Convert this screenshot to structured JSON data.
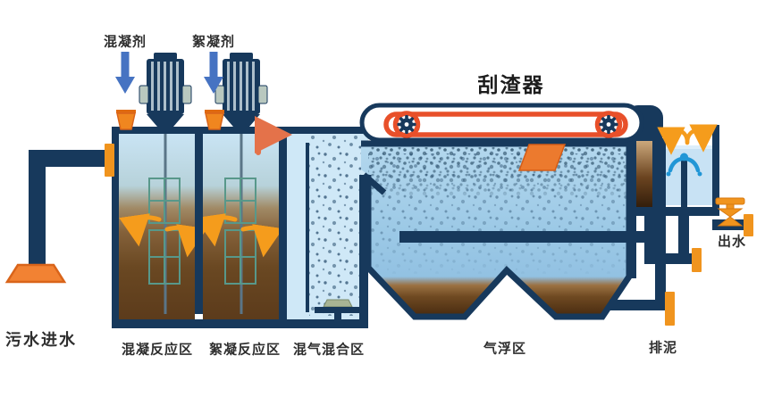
{
  "diagram": {
    "title": "刮渣器",
    "labels": {
      "coagulant": "混凝剂",
      "flocculant": "絮凝剂",
      "inlet": "污水进水",
      "zone_coagulation": "混凝反应区",
      "zone_flocculation": "絮凝反应区",
      "zone_air_mixing": "混气混合区",
      "zone_flotation": "气浮区",
      "outlet": "出水",
      "sludge": "排泥"
    },
    "colors": {
      "structure_navy": "#17395c",
      "accent_orange": "#f0941e",
      "belt_red": "#e8502a",
      "dosing_arrow_blue": "#4673c2",
      "water_blue": "#b9dbee",
      "sludge_brown": "#5c3b1b",
      "paddle_teal": "#58988a",
      "fountain_blue": "#2196d6"
    }
  }
}
